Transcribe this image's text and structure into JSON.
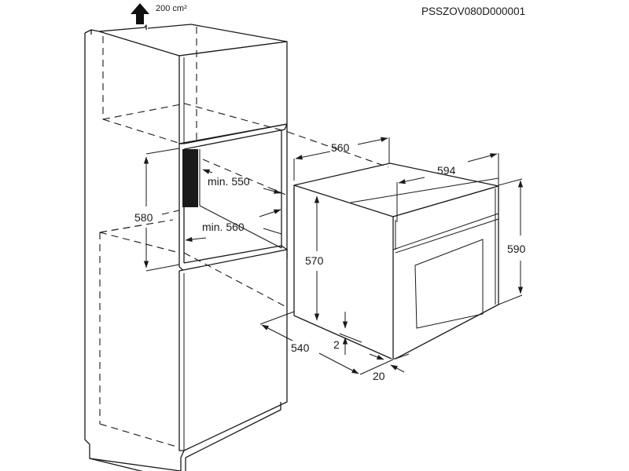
{
  "header": {
    "ventilation_label": "200 cm²",
    "product_code": "PSSZOV080D000001"
  },
  "niche": {
    "height_label": "580",
    "min_depth_label": "min. 550",
    "min_width_label": "min. 560"
  },
  "oven": {
    "depth_label": "560",
    "front_width_label": "594",
    "body_height_label": "570",
    "front_height_label": "590",
    "bottom_depth_label": "540",
    "gap_label": "2",
    "front_thickness_label": "20"
  },
  "colors": {
    "line": "#1a1a1a",
    "vent_strip": "#1a1a1a",
    "background": "#ffffff"
  }
}
